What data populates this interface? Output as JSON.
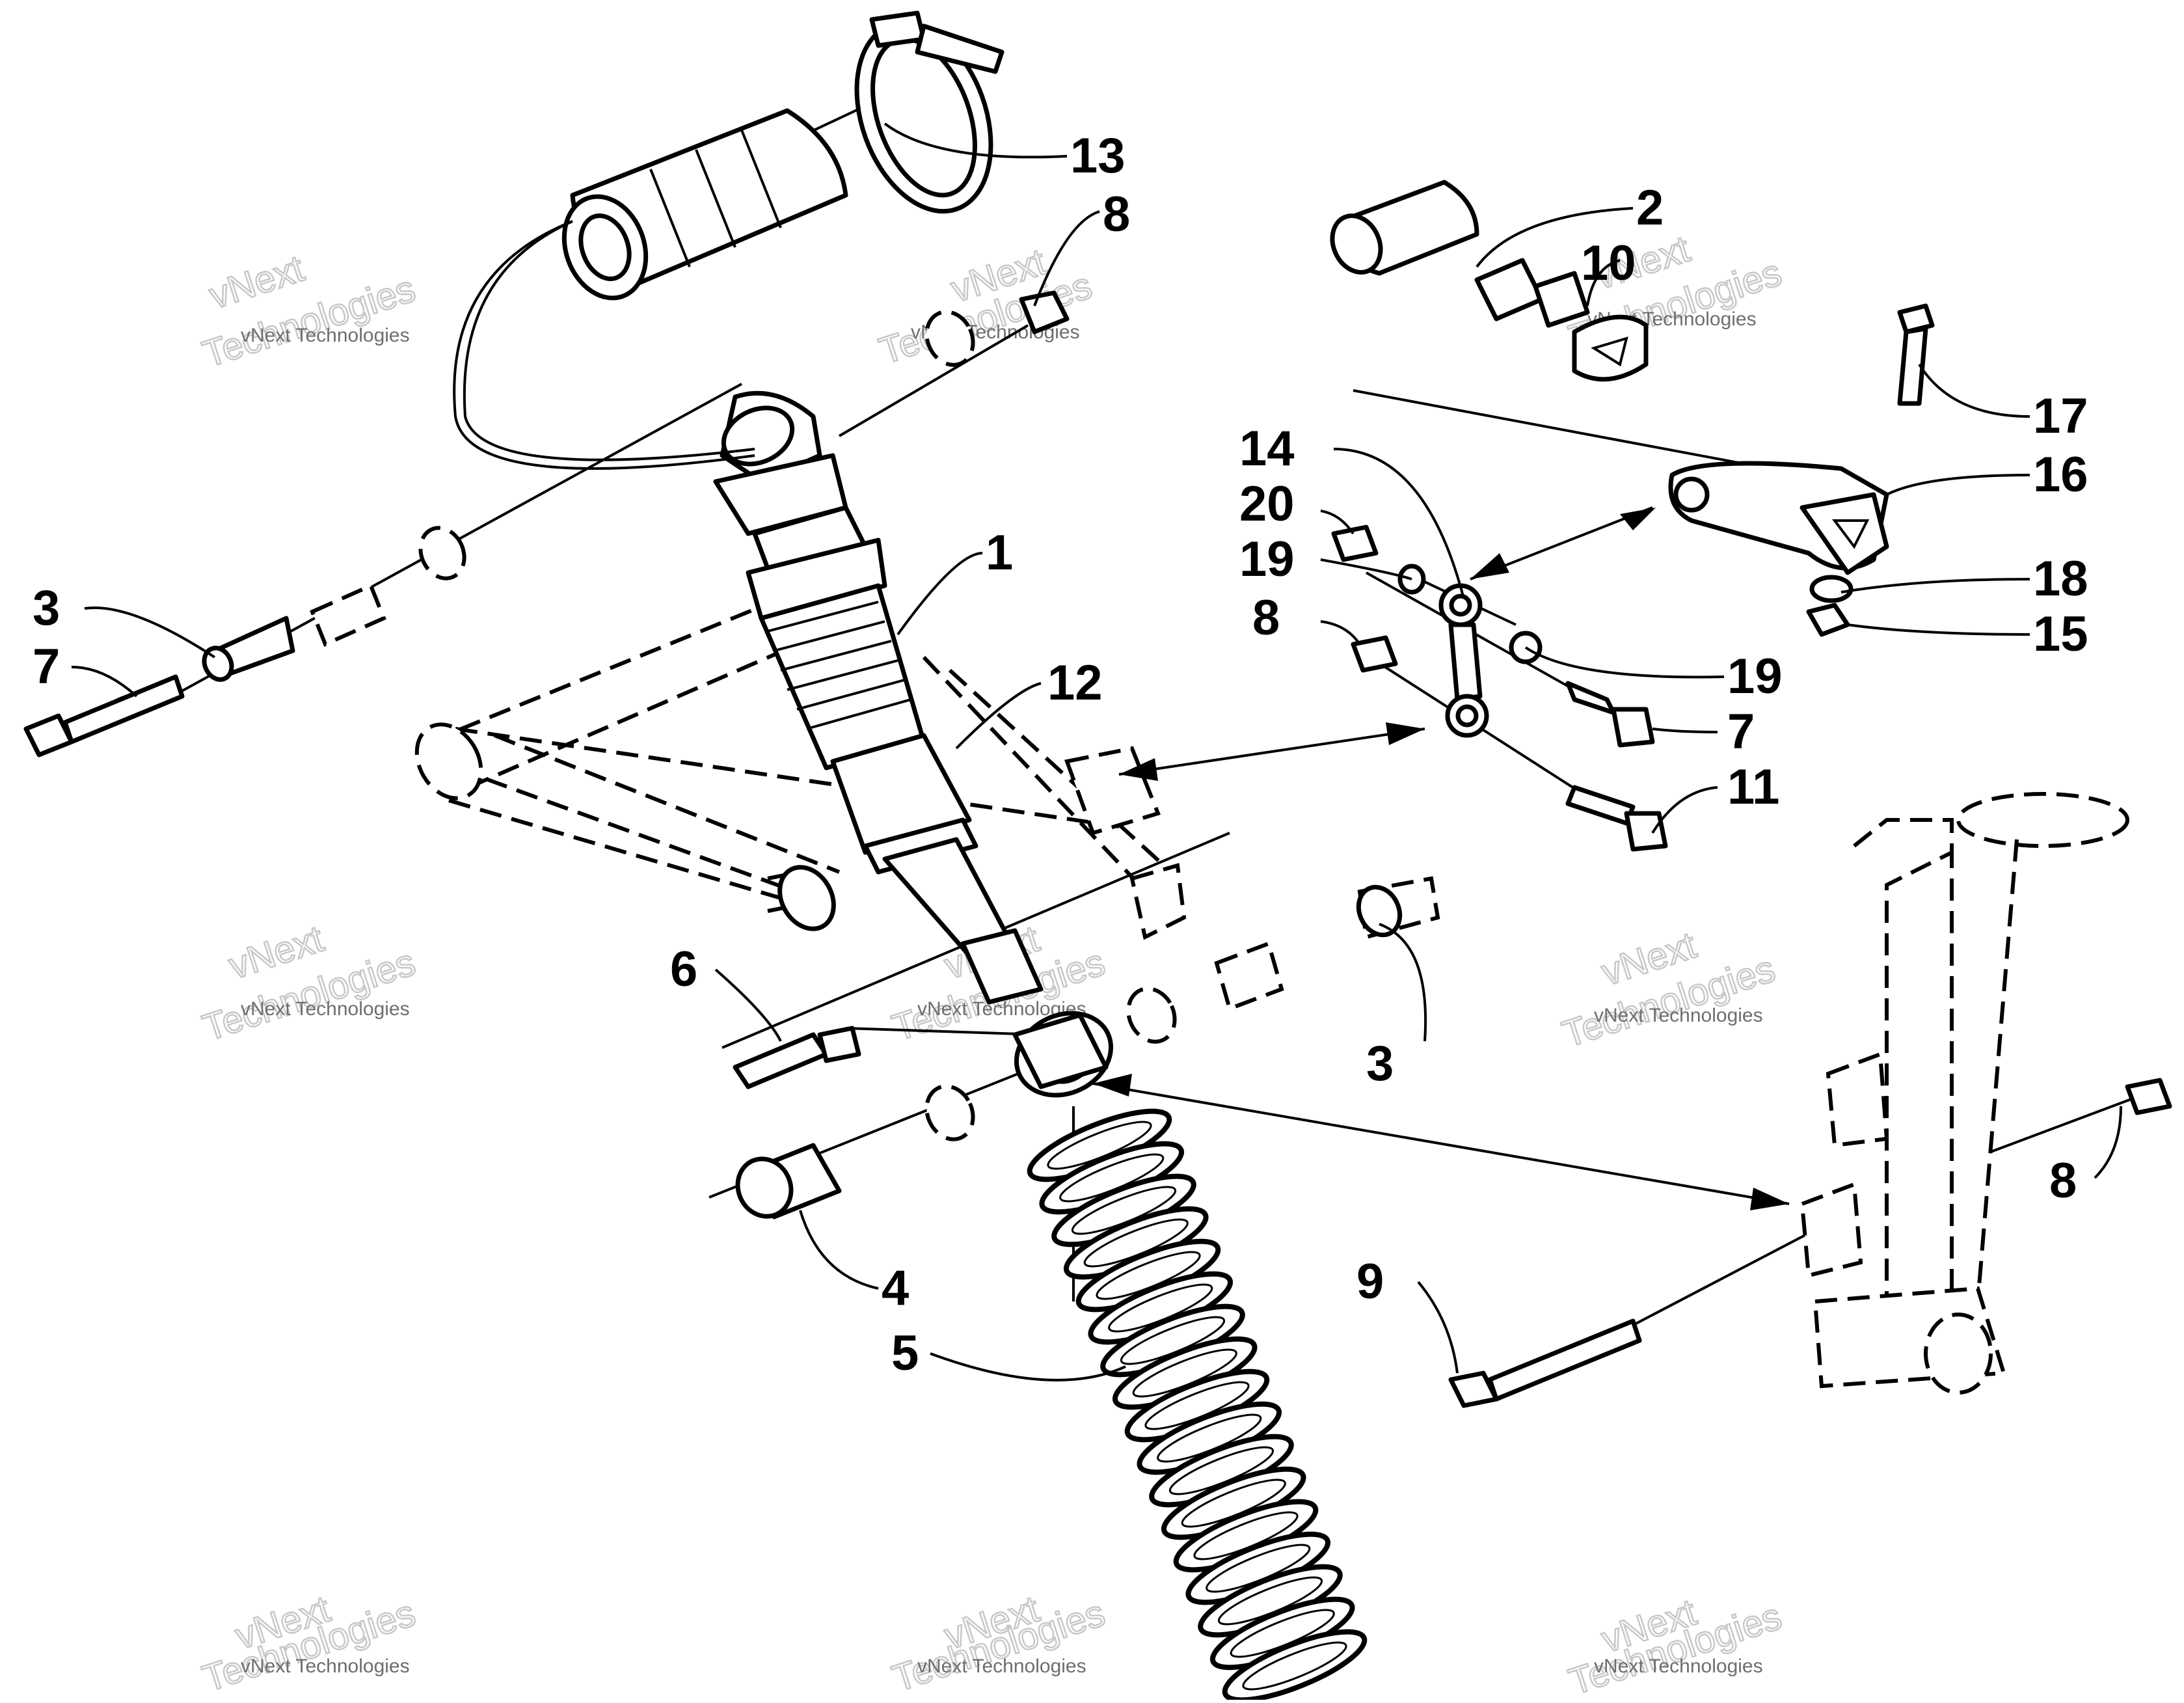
{
  "callouts": [
    {
      "id": "13",
      "label": "13"
    },
    {
      "id": "8a",
      "label": "8"
    },
    {
      "id": "2",
      "label": "2"
    },
    {
      "id": "10",
      "label": "10"
    },
    {
      "id": "17",
      "label": "17"
    },
    {
      "id": "16",
      "label": "16"
    },
    {
      "id": "14",
      "label": "14"
    },
    {
      "id": "20",
      "label": "20"
    },
    {
      "id": "1",
      "label": "1"
    },
    {
      "id": "19a",
      "label": "19"
    },
    {
      "id": "18",
      "label": "18"
    },
    {
      "id": "3a",
      "label": "3"
    },
    {
      "id": "8b",
      "label": "8"
    },
    {
      "id": "15",
      "label": "15"
    },
    {
      "id": "7a",
      "label": "7"
    },
    {
      "id": "12",
      "label": "12"
    },
    {
      "id": "19b",
      "label": "19"
    },
    {
      "id": "7b",
      "label": "7"
    },
    {
      "id": "11",
      "label": "11"
    },
    {
      "id": "6",
      "label": "6"
    },
    {
      "id": "3b",
      "label": "3"
    },
    {
      "id": "8c",
      "label": "8"
    },
    {
      "id": "4",
      "label": "4"
    },
    {
      "id": "9",
      "label": "9"
    },
    {
      "id": "5",
      "label": "5"
    }
  ],
  "watermark": {
    "brand_small": "vNext Technologies",
    "brand_line1": "vNext",
    "brand_line2": "Technologies"
  }
}
